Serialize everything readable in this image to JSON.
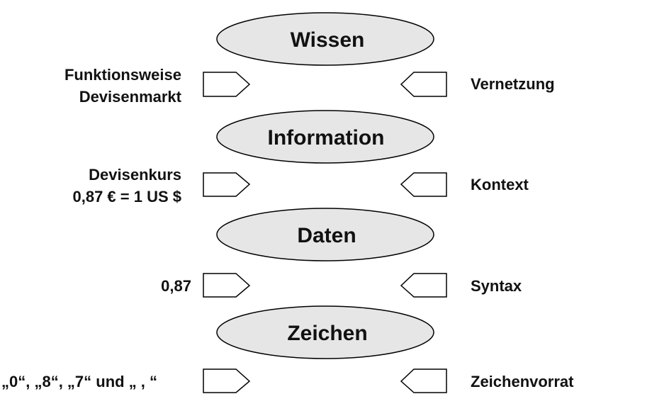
{
  "levels": [
    {
      "name": "Wissen",
      "example": [
        "Funktionsweise",
        "Devisenmarkt"
      ],
      "relation": "Vernetzung"
    },
    {
      "name": "Information",
      "example": [
        "Devisenkurs",
        "0,87 € = 1 US $"
      ],
      "relation": "Kontext"
    },
    {
      "name": "Daten",
      "example": [
        "0,87"
      ],
      "relation": "Syntax"
    },
    {
      "name": "Zeichen",
      "example": [
        "„0“, „8“, „7“ und „ , “"
      ],
      "relation": "Zeichenvorrat"
    }
  ],
  "colors": {
    "ellipse_fill": "#e6e6e6",
    "stroke": "#000000",
    "text": "#111111",
    "background": "#ffffff"
  }
}
